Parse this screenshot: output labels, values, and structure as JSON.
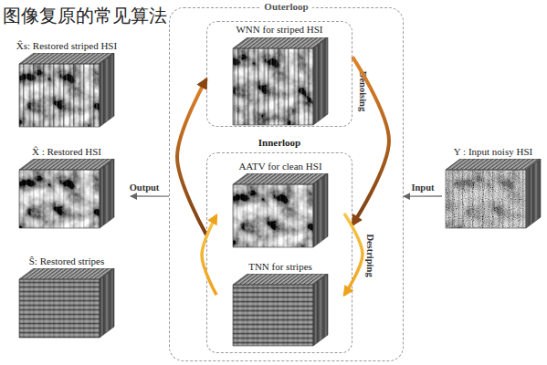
{
  "diagram": {
    "title": "图像复原的常见算法",
    "nodes": [
      {
        "text": [
          "Outerloop"
        ]
      },
      {
        "text": [
          "WNN for striped HSI"
        ],
        "in": 0
      },
      {
        "text": [
          "Innerloop"
        ],
        "in": 0
      },
      {
        "text": [
          "AATV for clean HSI"
        ],
        "in": 2
      },
      {
        "text": [
          "TNN for stripes"
        ],
        "in": 2
      },
      {
        "text": [
          "Y : Input noisy HSI"
        ]
      },
      {
        "text": [
          "X̂s: Restored striped HSI"
        ]
      },
      {
        "text": [
          "X̂ : Restored HSI"
        ]
      },
      {
        "text": [
          "Ŝ: Restored stripes"
        ]
      }
    ],
    "edges": [
      {
        "from": 5,
        "to": 0,
        "label": "Input",
        "arrow": "to"
      },
      {
        "from": 0,
        "to": 7,
        "label": "Output",
        "arrow": "to"
      },
      {
        "from": 1,
        "to": 2,
        "label": "Denoising",
        "arrow": "to"
      },
      {
        "from": 2,
        "to": 1,
        "arrow": "to"
      },
      {
        "from": 3,
        "to": 4,
        "label": "Destriping",
        "arrow": "to"
      },
      {
        "from": 4,
        "to": 3,
        "arrow": "to"
      }
    ]
  }
}
